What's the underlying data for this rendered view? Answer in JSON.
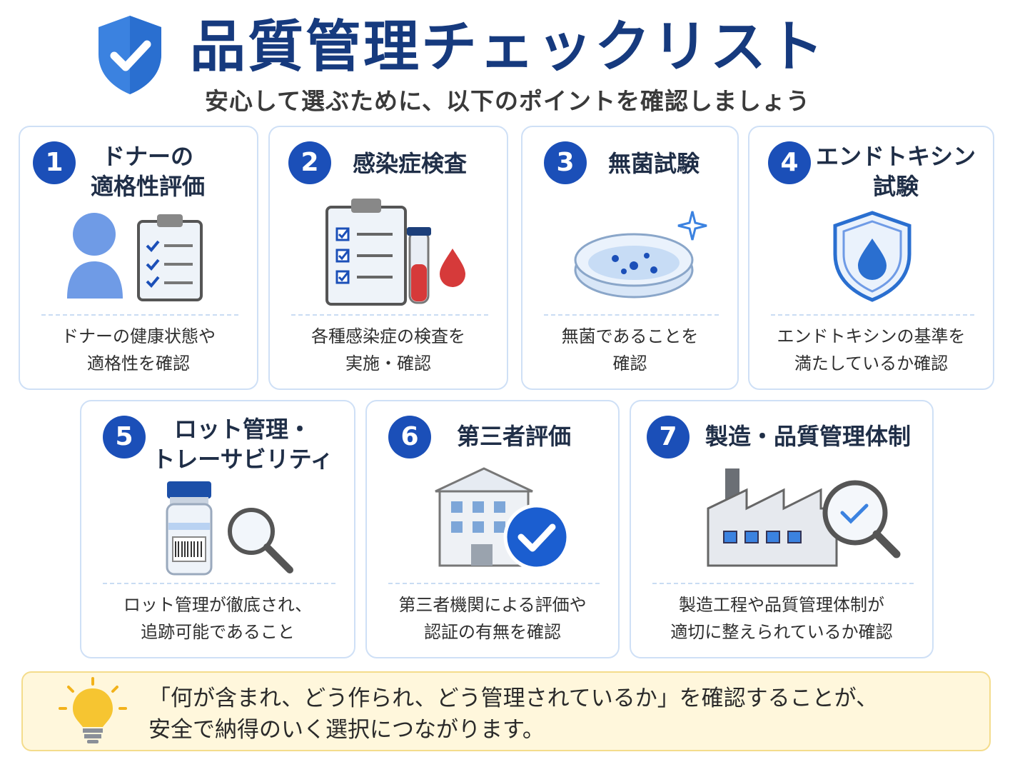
{
  "header": {
    "title": "品質管理チェックリスト",
    "subtitle": "安心して選ぶために、以下のポイントを確認しましょう"
  },
  "cards": [
    {
      "number": "1",
      "title_lines": [
        "ドナーの",
        "適格性評価"
      ],
      "desc_lines": [
        "ドナーの健康状態や",
        "適格性を確認"
      ],
      "icon": "donor-clipboard-icon"
    },
    {
      "number": "2",
      "title_lines": [
        "感染症検査"
      ],
      "desc_lines": [
        "各種感染症の検査を",
        "実施・確認"
      ],
      "icon": "clipboard-test-tube-icon"
    },
    {
      "number": "3",
      "title_lines": [
        "無菌試験"
      ],
      "desc_lines": [
        "無菌であることを",
        "確認"
      ],
      "icon": "petri-dish-icon"
    },
    {
      "number": "4",
      "title_lines": [
        "エンドトキシン",
        "試験"
      ],
      "desc_lines": [
        "エンドトキシンの基準を",
        "満たしているか確認"
      ],
      "icon": "shield-drop-icon"
    },
    {
      "number": "5",
      "title_lines": [
        "ロット管理・",
        "トレーサビリティ"
      ],
      "desc_lines": [
        "ロット管理が徹底され、",
        "追跡可能であること"
      ],
      "icon": "vial-magnifier-icon"
    },
    {
      "number": "6",
      "title_lines": [
        "第三者評価"
      ],
      "desc_lines": [
        "第三者機関による評価や",
        "認証の有無を確認"
      ],
      "icon": "building-check-icon"
    },
    {
      "number": "7",
      "title_lines": [
        "製造・品質管理体制"
      ],
      "desc_lines": [
        "製造工程や品質管理体制が",
        "適切に整えられているか確認"
      ],
      "icon": "factory-magnifier-icon"
    }
  ],
  "footer": {
    "lines": [
      "「何が含まれ、どう作られ、どう管理されているか」を確認することが、",
      "安全で納得のいく選択につながります。"
    ],
    "icon": "lightbulb-icon"
  },
  "colors": {
    "title": "#163a7e",
    "accent": "#1b4fb8",
    "card_border": "#cfe0f6",
    "footer_bg": "#fff7dc",
    "footer_border": "#f4dc8c"
  }
}
